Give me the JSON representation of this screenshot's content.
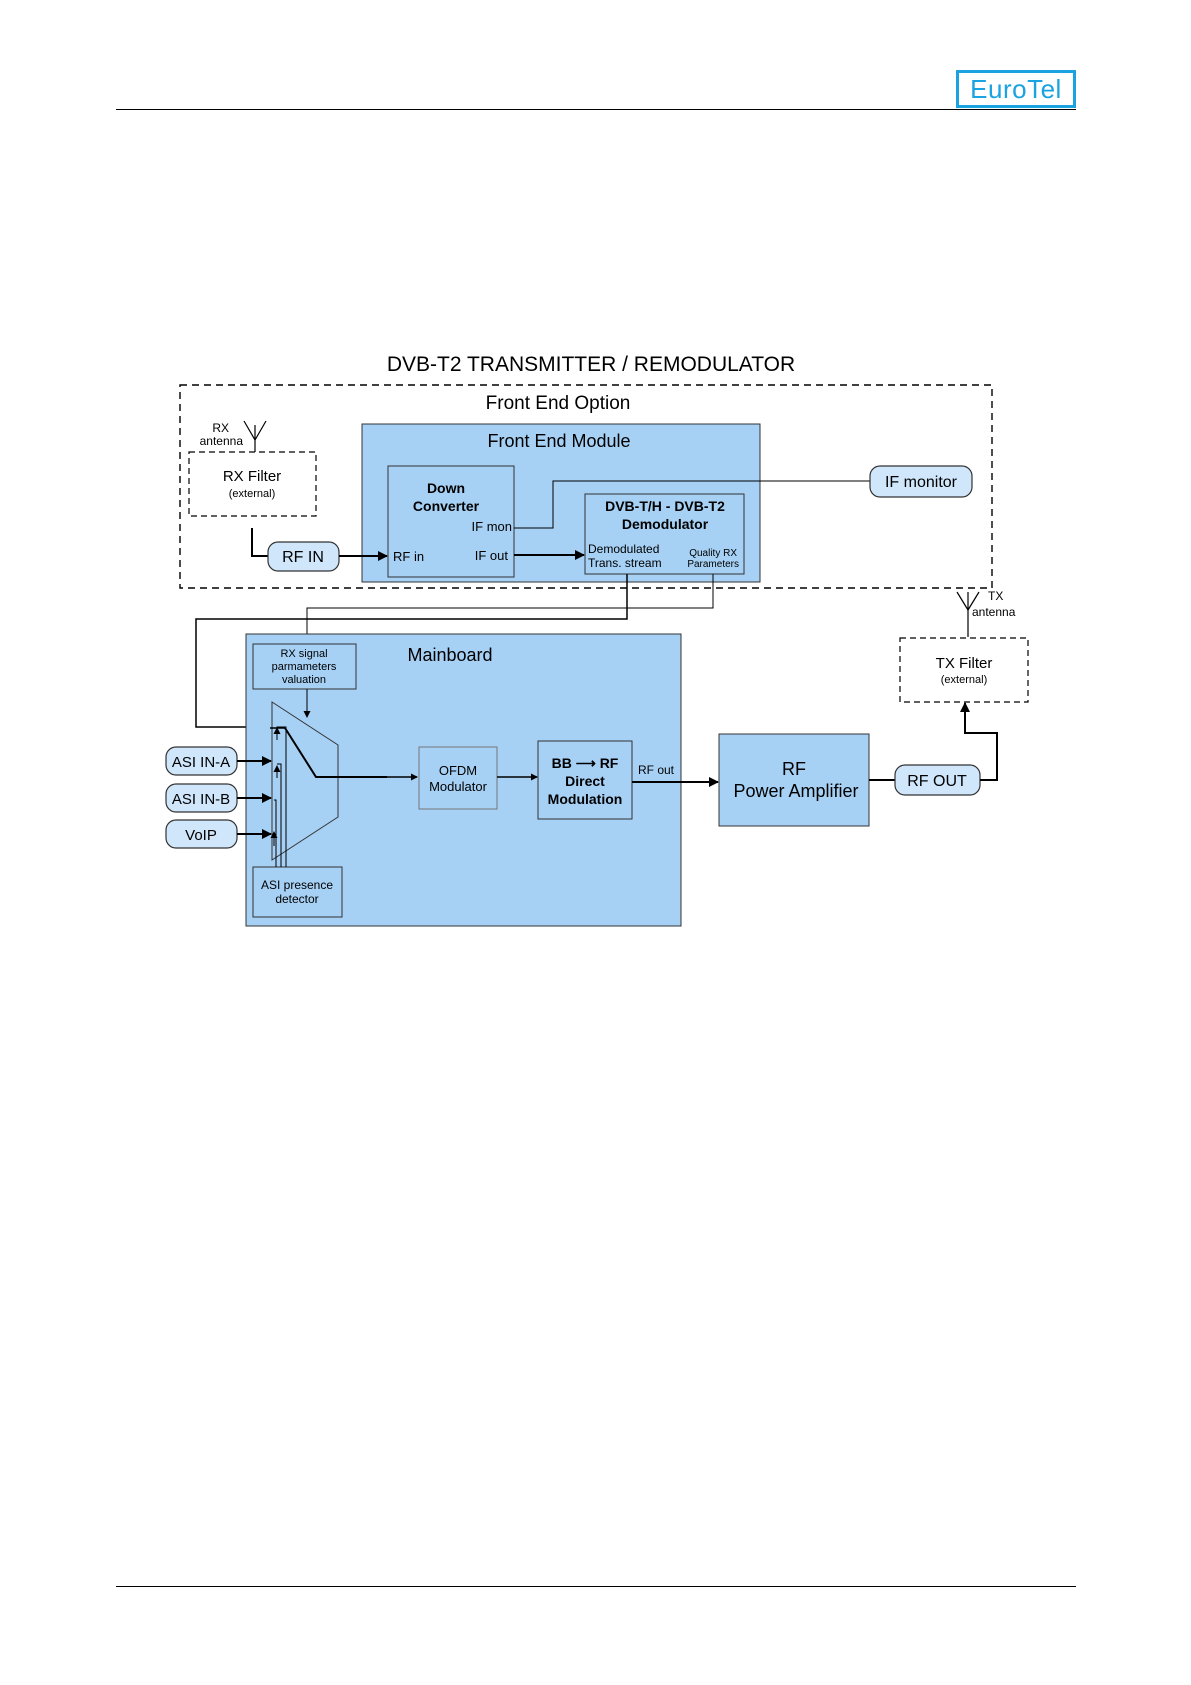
{
  "header": {
    "logo_text": "EuroTel"
  },
  "diagram": {
    "title": "DVB-T2 TRANSMITTER / REMODULATOR",
    "front_end_option": "Front End Option",
    "front_end_module": "Front End Module",
    "rx_antenna": [
      "RX",
      "antenna"
    ],
    "rx_filter": {
      "title": "RX Filter",
      "sub": "(external)"
    },
    "rf_in_pill": "RF IN",
    "down_converter": {
      "lines": [
        "Down",
        "Converter"
      ],
      "if_mon": "IF mon",
      "rf_in": "RF in",
      "if_out": "IF out"
    },
    "if_monitor": "IF monitor",
    "demodulator": {
      "lines": [
        "DVB-T/H - DVB-T2",
        "Demodulator"
      ],
      "demod_ts": [
        "Demodulated",
        "Trans. stream"
      ],
      "quality": [
        "Quality RX",
        "Parameters"
      ]
    },
    "tx_antenna": [
      "TX",
      "antenna"
    ],
    "tx_filter": {
      "title": "TX Filter",
      "sub": "(external)"
    },
    "mainboard": "Mainboard",
    "rx_signal": [
      "RX signal",
      "parmameters",
      "valuation"
    ],
    "asi_detector": [
      "ASI presence",
      "detector"
    ],
    "inputs": [
      "ASI IN-A",
      "ASI IN-B",
      "VoIP"
    ],
    "ofdm": [
      "OFDM",
      "Modulator"
    ],
    "bb_rf": {
      "line1": "BB ⟶ RF",
      "line2": "Direct",
      "line3": "Modulation"
    },
    "rf_out_label": "RF out",
    "power_amp": [
      "RF",
      "Power Amplifier"
    ],
    "rf_out_pill": "RF OUT",
    "colors": {
      "block_fill": "#a6d1f5",
      "pill_fill": "#cfe6fb",
      "border": "#333333",
      "logo": "#1aa3e0"
    }
  }
}
